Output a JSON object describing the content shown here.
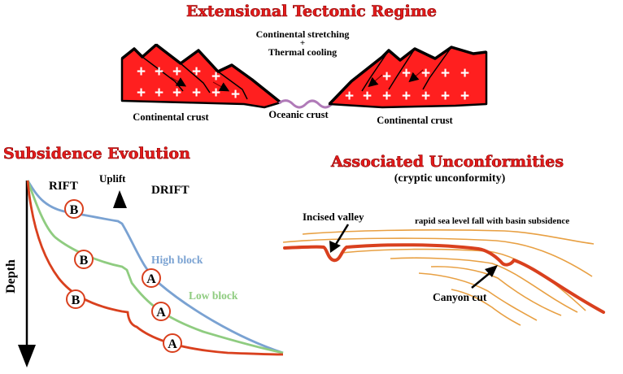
{
  "titles": {
    "main": "Extensional Tectonic Regime",
    "subsidence": "Subsidence Evolution",
    "unconformities": "Associated Unconformities",
    "unconformities_sub": "(cryptic unconformity)"
  },
  "tectonic": {
    "process_line1": "Continental stretching",
    "process_plus": "+",
    "process_line2": "Thermal cooling",
    "left_crust": "Continental crust",
    "oceanic_crust": "Oceanic crust",
    "right_crust": "Continental crust"
  },
  "subsidence": {
    "rift": "RIFT",
    "uplift": "Uplift",
    "drift": "DRIFT",
    "depth": "Depth",
    "high_block": "High block",
    "low_block": "Low block",
    "marker_b": "B",
    "marker_a": "A",
    "colors": {
      "high": "#7aa2d2",
      "low": "#8fcc80",
      "red": "#d9401e"
    }
  },
  "unconformity": {
    "incised_valley": "Incised valley",
    "sea_level": "rapid sea level fall  with basin subsidence",
    "canyon_cut": "Canyon cut",
    "colors": {
      "strata": "#e8a043",
      "surface": "#d9401e"
    }
  }
}
